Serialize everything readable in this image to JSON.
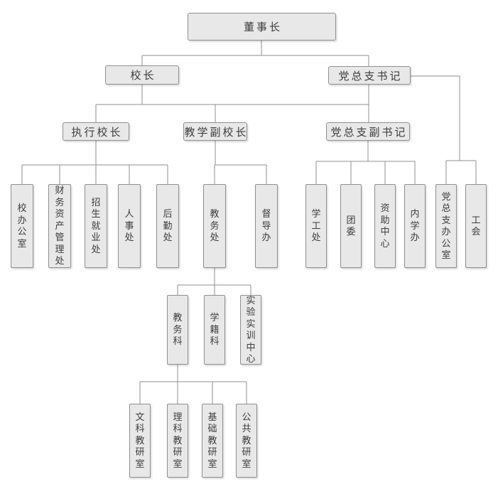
{
  "nodes": {
    "chairman": "董事长",
    "principal": "校长",
    "party_secretary": "党总支书记",
    "executive_principal": "执行校长",
    "teaching_vice_principal": "教学副校长",
    "deputy_party_secretary": "党总支副书记",
    "school_office": "校办公室",
    "finance_assets_office": "财务资产管理处",
    "admissions_employment_office": "招生就业处",
    "hr_office": "人事处",
    "logistics_office": "后勤处",
    "academic_affairs_office": "教务处",
    "supervision_office": "督导办",
    "student_affairs_office": "学工处",
    "youth_league": "团委",
    "aid_center": "资助中心",
    "internal_study_office": "内学办",
    "party_branch_office": "党总支办公室",
    "labor_union": "工　会",
    "academic_section": "教务科",
    "registrar_section": "学籍科",
    "lab_training_center": "实验实训中心",
    "liberal_arts_teaching_office": "文科教研室",
    "science_teaching_office": "理科教研室",
    "foundation_teaching_office": "基础教研室",
    "public_teaching_office": "公共教研室"
  },
  "colors": {
    "box_fill": "#e8e8e8",
    "box_border": "#8f8f8f",
    "connector": "#8f8f8f",
    "text": "#3d3d3d",
    "background": "#ffffff"
  }
}
